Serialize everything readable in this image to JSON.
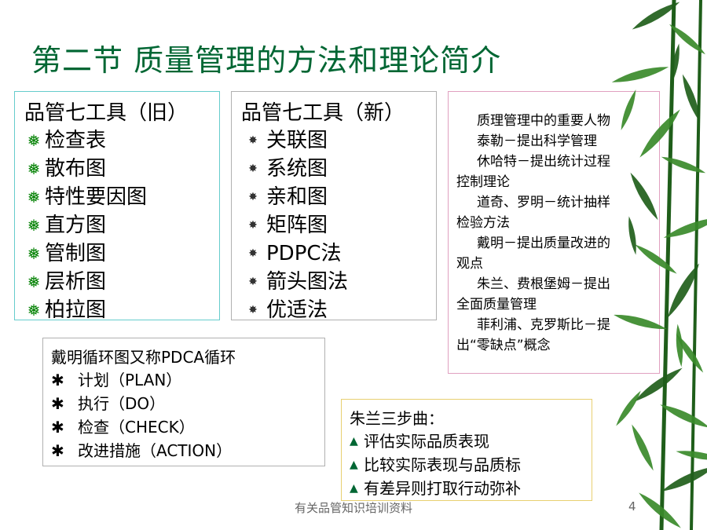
{
  "slide": {
    "title": "第二节  质量管理的方法和理论简介",
    "footer": "有关品管知识培训资料",
    "page_number": "4"
  },
  "old_tools": {
    "heading": "品管七工具（旧）",
    "bullet_icon": "snowflake-bullet-icon",
    "items": [
      "检查表",
      "散布图",
      "特性要因图",
      "直方图",
      "管制图",
      "层析图",
      "柏拉图"
    ]
  },
  "new_tools": {
    "heading": "品管七工具（新）",
    "bullet_icon": "star-bullet-icon",
    "items": [
      "关联图",
      "系统图",
      "亲和图",
      "矩阵图",
      "PDPC法",
      "箭头图法",
      "优适法"
    ]
  },
  "key_people": {
    "lines": [
      "质理管理中的重要人物",
      "泰勒－提出科学管理",
      "休哈特－提出统计过程",
      "控制理论",
      "道奇、罗明－统计抽样",
      "检验方法",
      "戴明－提出质量改进的",
      "观点",
      "朱兰、费根堡姆－提出",
      "全面质量管理",
      "菲利浦、克罗斯比－提",
      "出“零缺点”概念"
    ]
  },
  "pdca": {
    "heading": "戴明循环图又称PDCA循环",
    "bullet_icon": "asterisk-bullet-icon",
    "items": [
      "计划（PLAN）",
      "执行（DO）",
      "检查（CHECK）",
      "改进措施（ACTION）"
    ]
  },
  "juran": {
    "heading": "朱兰三步曲：",
    "bullet_icon": "triangle-bullet-icon",
    "items": [
      "评估实际品质表现",
      "比较实际表现与品质标",
      "有差异则打取行动弥补"
    ]
  },
  "colors": {
    "title": "#006633",
    "old_box_border": "#66cccc",
    "people_box_border": "#e0a0c0",
    "juran_box_border": "#e8d070",
    "bamboo_leaf": "#3a8a2a",
    "bamboo_leaf_dark": "#1f5e1a"
  }
}
